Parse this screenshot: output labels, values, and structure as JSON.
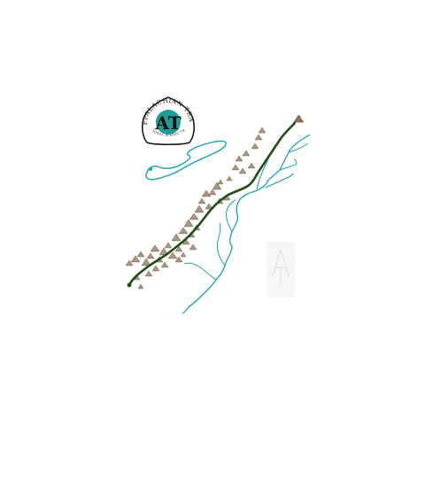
{
  "badge": {
    "arc_top": "APPALACHIAN TRAIL",
    "arc_bottom": "NATIONAL SCENIC TRAIL",
    "monogram": "AT"
  },
  "colors": {
    "background": "#ffffff",
    "water": "#1aa3a8",
    "trail": "#1f4d14",
    "mountains": "#8a7456",
    "badge_teal": "#1e9c96",
    "badge_border": "#1a1a1a"
  }
}
